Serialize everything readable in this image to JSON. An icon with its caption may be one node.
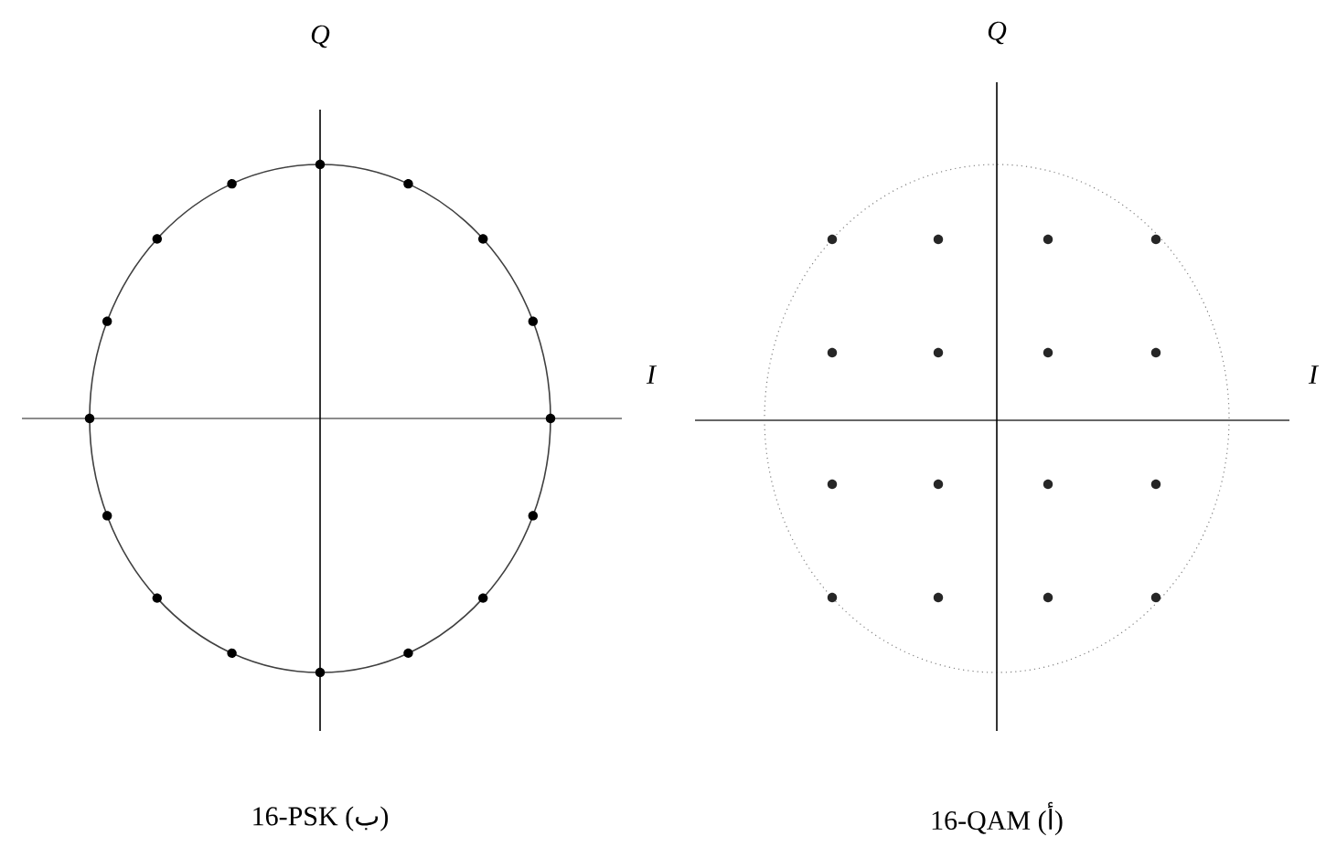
{
  "diagram": {
    "labels": [
      "Q",
      "I",
      "Q",
      "I",
      "16-PSK (ب)",
      "16-QAM (أ)"
    ]
  }
}
